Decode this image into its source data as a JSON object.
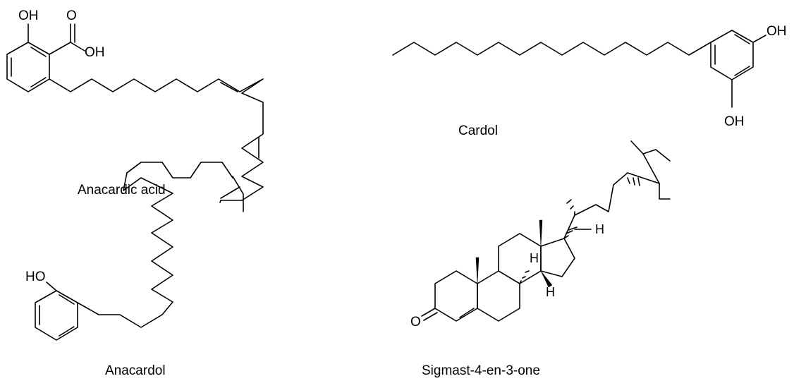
{
  "compounds": {
    "anacardic_acid": {
      "name": "Anacardic acid",
      "atoms": {
        "oh_top": "OH",
        "carbonyl_o": "O",
        "acid_oh": "OH"
      }
    },
    "cardol": {
      "name": "Cardol",
      "atoms": {
        "oh_1": "OH",
        "oh_2": "OH"
      }
    },
    "anacardol": {
      "name": "Anacardol",
      "atoms": {
        "ho": "HO"
      }
    },
    "sigmast": {
      "name": "Sigmast-4-en-3-one",
      "atoms": {
        "ketone_o": "O",
        "h_1": "H",
        "h_2": "H",
        "h_3": "H"
      }
    }
  }
}
